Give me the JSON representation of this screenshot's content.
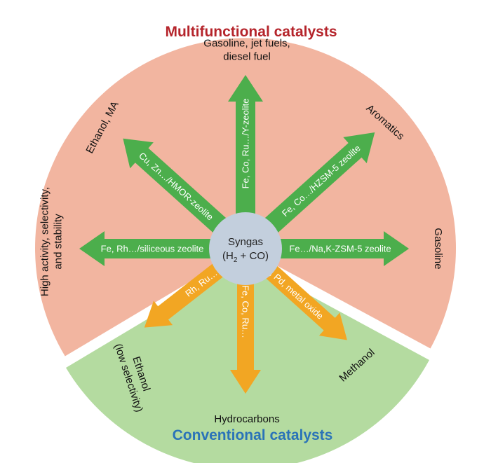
{
  "colors": {
    "multifunctional_sector": "#f2b5a0",
    "conventional_sector": "#b4dba0",
    "green_arrow": "#4cae4c",
    "orange_arrow": "#f2a623",
    "center_circle": "#c3cfdd",
    "multifunctional_title": "#b5242b",
    "conventional_title": "#2a73b8"
  },
  "titles": {
    "multifunctional": "Multifunctional catalysts",
    "conventional": "Conventional catalysts"
  },
  "center": {
    "line1": "Syngas",
    "line2_prefix": "(H",
    "line2_sub": "2",
    "line2_suffix": " + CO)"
  },
  "green_arrows": [
    {
      "catalyst": "Fe, Co, Ru…/Y-zeolite",
      "product_lines": [
        "Gasoline, jet fuels,",
        "diesel fuel"
      ]
    },
    {
      "catalyst": "Fe, Co…/HZSM-5 zeolite",
      "product_lines": [
        "Aromatics"
      ]
    },
    {
      "catalyst": "Fe…/Na,K-ZSM-5 zeolite",
      "product_lines": [
        "Gasoline"
      ]
    },
    {
      "catalyst": "Cu, Zn…/HMOR-zeolite",
      "product_lines": [
        "Ethanol, MA"
      ]
    },
    {
      "catalyst": "Fe, Rh…/siliceous zeolite",
      "product_lines": [
        "High activity, selectivity,",
        "and stability"
      ]
    }
  ],
  "orange_arrows": [
    {
      "catalyst": "Rh, Ru…",
      "product_lines": [
        "Ethanol",
        "(low selectivity)"
      ]
    },
    {
      "catalyst": "Fe, Co, Ru…",
      "product_lines": [
        "Hydrocarbons"
      ]
    },
    {
      "catalyst": "Cu, Pd, metal oxide",
      "product_lines": [
        "Methanol"
      ]
    }
  ]
}
